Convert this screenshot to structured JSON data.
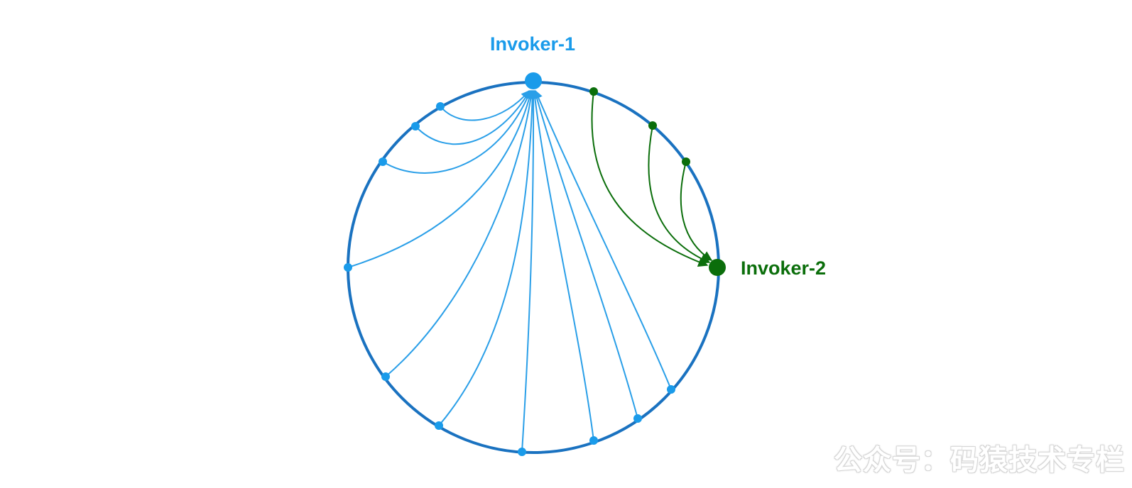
{
  "diagram": {
    "invoker1": {
      "label": "Invoker-1",
      "color": "#1a9bea"
    },
    "invoker2": {
      "label": "Invoker-2",
      "color": "#0b6e0b"
    },
    "ring_color": "#1a72c0",
    "curve_blue": "#2a9fe8",
    "curve_green": "#0b6e0b"
  },
  "watermark": {
    "text": "公众号：码猿技术专栏"
  }
}
